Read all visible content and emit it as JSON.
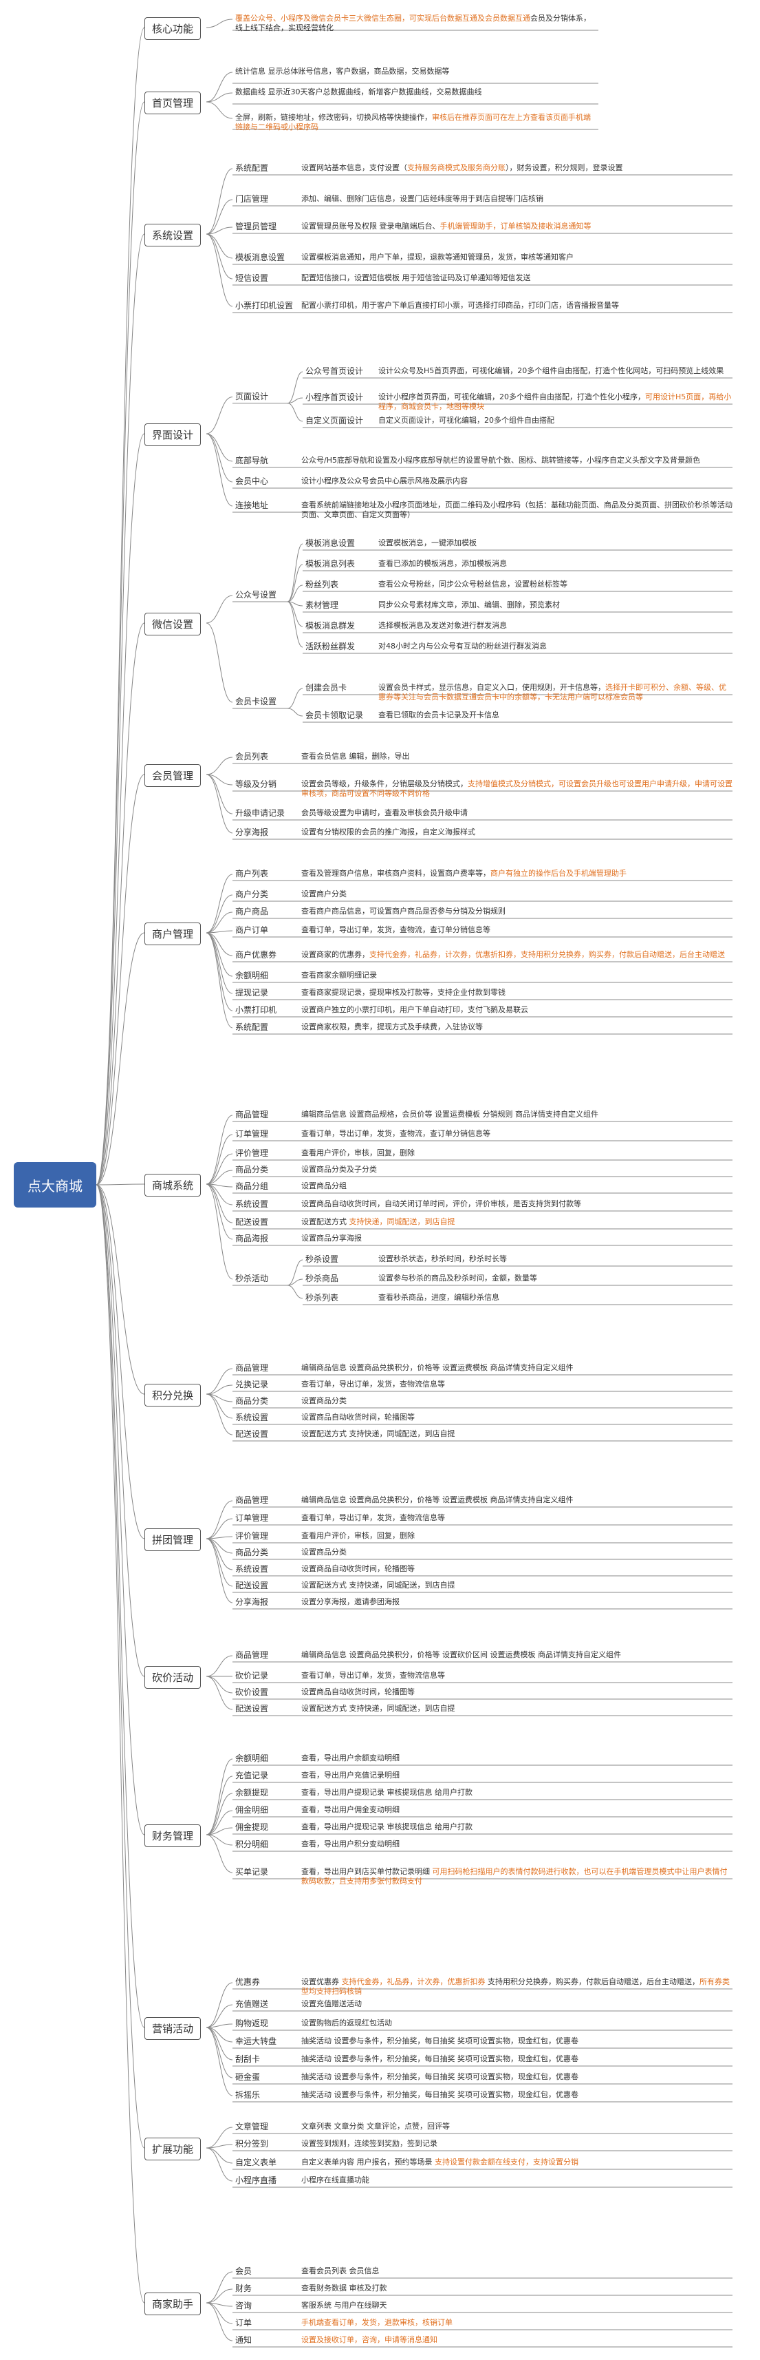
{
  "root": "点大商城",
  "colors": {
    "root": "#3b66ad",
    "highlight": "#e07020",
    "line": "#888888"
  },
  "categories": [
    {
      "label": "核心功能",
      "items": [
        {
          "desc": [
            {
              "t": "覆盖公众号、小程序及微信会员卡三大微信生态圈，可实现后台数据互通及会员数据互通",
              "hl": true
            },
            {
              "t": "会员及分销体系，线上线下结合，实现经营转化"
            }
          ]
        }
      ]
    },
    {
      "label": "首页管理",
      "items": [
        {
          "desc": [
            {
              "t": "统计信息 显示总体账号信息，客户数据，商品数据，交易数据等"
            }
          ]
        },
        {
          "desc": [
            {
              "t": "数据曲线 显示近30天客户总数据曲线，新增客户数据曲线，交易数据曲线"
            }
          ]
        },
        {
          "desc": [
            {
              "t": "全屏，刷新，链接地址，修改密码，切换风格等快捷操作，"
            },
            {
              "t": "审核后在推荐页面可在左上方查看该页面手机端链接与二维码或小程序码",
              "hl": true
            }
          ]
        }
      ]
    },
    {
      "label": "系统设置",
      "items": [
        {
          "label": "系统配置",
          "desc": [
            {
              "t": "设置网站基本信息，支付设置（"
            },
            {
              "t": "支持服务商模式及服务商分账",
              "hl": true
            },
            {
              "t": "），财务设置，积分规则，登录设置"
            }
          ]
        },
        {
          "label": "门店管理",
          "desc": [
            {
              "t": "添加、编辑、删除门店信息，设置门店经纬度等用于到店自提等门店核销"
            }
          ]
        },
        {
          "label": "管理员管理",
          "desc": [
            {
              "t": "设置管理员账号及权限 登录电脑端后台、"
            },
            {
              "t": "手机端管理助手，订单核销及接收消息通知等",
              "hl": true
            }
          ]
        },
        {
          "label": "模板消息设置",
          "desc": [
            {
              "t": "设置模板消息通知，用户下单，提现，退款等通知管理员，发货，审核等通知客户"
            }
          ]
        },
        {
          "label": "短信设置",
          "desc": [
            {
              "t": "配置短信接口，设置短信模板 用于短信验证码及订单通知等短信发送"
            }
          ]
        },
        {
          "label": "小票打印机设置",
          "desc": [
            {
              "t": "配置小票打印机，用于客户下单后直接打印小票，可选择打印商品，打印门店，语音播报音量等"
            }
          ]
        }
      ]
    },
    {
      "label": "界面设计",
      "items": [
        {
          "label": "页面设计",
          "children": [
            {
              "label": "公众号首页设计",
              "desc": [
                {
                  "t": "设计公众号及H5首页界面，可视化编辑，20多个组件自由搭配，打造个性化网站，可扫码预览上线效果"
                }
              ]
            },
            {
              "label": "小程序首页设计",
              "desc": [
                {
                  "t": "设计小程序首页界面，可视化编辑，20多个组件自由搭配，打造个性化小程序，"
                },
                {
                  "t": "可用设计H5页面，再给小程序，商城会员卡，地图等模块",
                  "hl": true
                }
              ]
            },
            {
              "label": "自定义页面设计",
              "desc": [
                {
                  "t": "自定义页面设计，可视化编辑，20多个组件自由搭配"
                }
              ]
            }
          ]
        },
        {
          "label": "底部导航",
          "desc": [
            {
              "t": "公众号/H5底部导航和设置及小程序底部导航栏的设置导航个数、图标、跳转链接等，小程序自定义头部文字及背景颜色"
            }
          ]
        },
        {
          "label": "会员中心",
          "desc": [
            {
              "t": "设计小程序及公众号会员中心展示风格及展示内容"
            }
          ]
        },
        {
          "label": "连接地址",
          "desc": [
            {
              "t": "查看系统前端链接地址及小程序页面地址，页面二维码及小程序码（包括：基础功能页面、商品及分类页面、拼团砍价秒杀等活动页面、文章页面、自定义页面等）"
            }
          ]
        }
      ]
    },
    {
      "label": "微信设置",
      "items": [
        {
          "label": "公众号设置",
          "children": [
            {
              "label": "模板消息设置",
              "desc": [
                {
                  "t": "设置模板消息，一键添加模板"
                }
              ]
            },
            {
              "label": "模板消息列表",
              "desc": [
                {
                  "t": "查看已添加的模板消息，添加模板消息"
                }
              ]
            },
            {
              "label": "粉丝列表",
              "desc": [
                {
                  "t": "查看公众号粉丝，同步公众号粉丝信息，设置粉丝标签等"
                }
              ]
            },
            {
              "label": "素材管理",
              "desc": [
                {
                  "t": "同步公众号素材库文章，添加、编辑、删除，预览素材"
                }
              ]
            },
            {
              "label": "模板消息群发",
              "desc": [
                {
                  "t": "选择模板消息及发送对象进行群发消息"
                }
              ]
            },
            {
              "label": "活跃粉丝群发",
              "desc": [
                {
                  "t": "对48小时之内与公众号有互动的粉丝进行群发消息"
                }
              ]
            }
          ]
        },
        {
          "label": "会员卡设置",
          "children": [
            {
              "label": "创建会员卡",
              "desc": [
                {
                  "t": "设置会员卡样式，显示信息，自定义入口，使用规则，开卡信息等，"
                },
                {
                  "t": "选择开卡即可积分、余额、等级、优惠券等关注与会员卡数据互通会员卡中的余额等，卡无法用户端可以标准会员等",
                  "hl": true
                }
              ]
            },
            {
              "label": "会员卡领取记录",
              "desc": [
                {
                  "t": "查看已领取的会员卡记录及开卡信息"
                }
              ]
            }
          ]
        }
      ]
    },
    {
      "label": "会员管理",
      "items": [
        {
          "label": "会员列表",
          "desc": [
            {
              "t": "查看会员信息 编辑，删除，导出"
            }
          ]
        },
        {
          "label": "等级及分销",
          "desc": [
            {
              "t": "设置会员等级，升级条件，分销层级及分销模式，"
            },
            {
              "t": "支持增值模式及分销模式，可设置会员升级也可设置用户申请升级，申请可设置审核项，商品可设置不同等级不同价格",
              "hl": true
            }
          ]
        },
        {
          "label": "升级申请记录",
          "desc": [
            {
              "t": "会员等级设置为申请时，查看及审核会员升级申请"
            }
          ]
        },
        {
          "label": "分享海报",
          "desc": [
            {
              "t": "设置有分销权限的会员的推广海报，自定义海报样式"
            }
          ]
        }
      ]
    },
    {
      "label": "商户管理",
      "items": [
        {
          "label": "商户列表",
          "desc": [
            {
              "t": "查看及管理商户信息，审核商户资料，设置商户费率等，"
            },
            {
              "t": "商户有独立的操作后台及手机端管理助手",
              "hl": true
            }
          ]
        },
        {
          "label": "商户分类",
          "desc": [
            {
              "t": "设置商户分类"
            }
          ]
        },
        {
          "label": "商户商品",
          "desc": [
            {
              "t": "查看商户商品信息，可设置商户商品是否参与分销及分销规则"
            }
          ]
        },
        {
          "label": "商户订单",
          "desc": [
            {
              "t": "查看订单，导出订单，发货，查物流，查订单分销信息等"
            }
          ]
        },
        {
          "label": "商户优惠券",
          "desc": [
            {
              "t": "设置商家的优惠券，"
            },
            {
              "t": "支持代金券，礼品券，计次券，优惠折扣券，支持用积分兑换券，购买券，付款后自动赠送，后台主动赠送",
              "hl": true
            }
          ]
        },
        {
          "label": "余额明细",
          "desc": [
            {
              "t": "查看商家余额明细记录"
            }
          ]
        },
        {
          "label": "提现记录",
          "desc": [
            {
              "t": "查看商家提现记录，提现审核及打款等，支持企业付款到零钱"
            }
          ]
        },
        {
          "label": "小票打印机",
          "desc": [
            {
              "t": "设置商户独立的小票打印机，用户下单自动打印，支付飞鹅及易联云"
            }
          ]
        },
        {
          "label": "系统配置",
          "desc": [
            {
              "t": "设置商家权限，费率，提现方式及手续费，入驻协议等"
            }
          ]
        }
      ]
    },
    {
      "label": "商城系统",
      "items": [
        {
          "label": "商品管理",
          "desc": [
            {
              "t": "编辑商品信息 设置商品规格，会员价等 设置运费模板 分销规则 商品详情支持自定义组件"
            }
          ]
        },
        {
          "label": "订单管理",
          "desc": [
            {
              "t": "查看订单，导出订单，发货，查物流，查订单分销信息等"
            }
          ]
        },
        {
          "label": "评价管理",
          "desc": [
            {
              "t": "查看用户评价，审核，回复，删除"
            }
          ]
        },
        {
          "label": "商品分类",
          "desc": [
            {
              "t": "设置商品分类及子分类"
            }
          ]
        },
        {
          "label": "商品分组",
          "desc": [
            {
              "t": "设置商品分组"
            }
          ]
        },
        {
          "label": "系统设置",
          "desc": [
            {
              "t": "设置商品自动收货时间，自动关闭订单时间，评价，评价审核，是否支持货到付款等"
            }
          ]
        },
        {
          "label": "配送设置",
          "desc": [
            {
              "t": "设置配送方式 "
            },
            {
              "t": "支持快递，同城配送，到店自提",
              "hl": true
            }
          ]
        },
        {
          "label": "商品海报",
          "desc": [
            {
              "t": "设置商品分享海报"
            }
          ]
        },
        {
          "label": "秒杀活动",
          "children": [
            {
              "label": "秒杀设置",
              "desc": [
                {
                  "t": "设置秒杀状态，秒杀时间，秒杀时长等"
                }
              ]
            },
            {
              "label": "秒杀商品",
              "desc": [
                {
                  "t": "设置参与秒杀的商品及秒杀时间，金额，数量等"
                }
              ]
            },
            {
              "label": "秒杀列表",
              "desc": [
                {
                  "t": "查看秒杀商品，进度，编辑秒杀信息"
                }
              ]
            }
          ]
        }
      ]
    },
    {
      "label": "积分兑换",
      "items": [
        {
          "label": "商品管理",
          "desc": [
            {
              "t": "编辑商品信息 设置商品兑换积分，价格等 设置运费模板 商品详情支持自定义组件"
            }
          ]
        },
        {
          "label": "兑换记录",
          "desc": [
            {
              "t": "查看订单，导出订单，发货，查物流信息等"
            }
          ]
        },
        {
          "label": "商品分类",
          "desc": [
            {
              "t": "设置商品分类"
            }
          ]
        },
        {
          "label": "系统设置",
          "desc": [
            {
              "t": "设置商品自动收货时间，轮播图等"
            }
          ]
        },
        {
          "label": "配送设置",
          "desc": [
            {
              "t": "设置配送方式 支持快递，同城配送，到店自提"
            }
          ]
        }
      ]
    },
    {
      "label": "拼团管理",
      "items": [
        {
          "label": "商品管理",
          "desc": [
            {
              "t": "编辑商品信息 设置商品兑换积分，价格等 设置运费模板 商品详情支持自定义组件"
            }
          ]
        },
        {
          "label": "订单管理",
          "desc": [
            {
              "t": "查看订单，导出订单，发货，查物流信息等"
            }
          ]
        },
        {
          "label": "评价管理",
          "desc": [
            {
              "t": "查看用户评价，审核，回复，删除"
            }
          ]
        },
        {
          "label": "商品分类",
          "desc": [
            {
              "t": "设置商品分类"
            }
          ]
        },
        {
          "label": "系统设置",
          "desc": [
            {
              "t": "设置商品自动收货时间，轮播图等"
            }
          ]
        },
        {
          "label": "配送设置",
          "desc": [
            {
              "t": "设置配送方式 支持快递，同城配送，到店自提"
            }
          ]
        },
        {
          "label": "分享海报",
          "desc": [
            {
              "t": "设置分享海报，邀请参团海报"
            }
          ]
        }
      ]
    },
    {
      "label": "砍价活动",
      "items": [
        {
          "label": "商品管理",
          "desc": [
            {
              "t": "编辑商品信息 设置商品兑换积分，价格等 设置砍价区间 设置运费模板 商品详情支持自定义组件"
            }
          ]
        },
        {
          "label": "砍价记录",
          "desc": [
            {
              "t": "查看订单，导出订单，发货，查物流信息等"
            }
          ]
        },
        {
          "label": "砍价设置",
          "desc": [
            {
              "t": "设置商品自动收货时间，轮播图等"
            }
          ]
        },
        {
          "label": "配送设置",
          "desc": [
            {
              "t": "设置配送方式 支持快递，同城配送，到店自提"
            }
          ]
        }
      ]
    },
    {
      "label": "财务管理",
      "items": [
        {
          "label": "余额明细",
          "desc": [
            {
              "t": "查看，导出用户余额变动明细"
            }
          ]
        },
        {
          "label": "充值记录",
          "desc": [
            {
              "t": "查看，导出用户充值记录明细"
            }
          ]
        },
        {
          "label": "余额提现",
          "desc": [
            {
              "t": "查看，导出用户提现记录 审核提现信息 给用户打款"
            }
          ]
        },
        {
          "label": "佣金明细",
          "desc": [
            {
              "t": "查看，导出用户佣金变动明细"
            }
          ]
        },
        {
          "label": "佣金提现",
          "desc": [
            {
              "t": "查看，导出用户提现记录 审核提现信息 给用户打款"
            }
          ]
        },
        {
          "label": "积分明细",
          "desc": [
            {
              "t": "查看，导出用户积分变动明细"
            }
          ]
        },
        {
          "label": "买单记录",
          "desc": [
            {
              "t": "查看，导出用户到店买单付款记录明细 "
            },
            {
              "t": "可用扫码枪扫描用户的表情付款码进行收款，也可以在手机端管理员模式中让用户表情付款码收款，且支持用多张付款码支付",
              "hl": true
            }
          ]
        }
      ]
    },
    {
      "label": "营销活动",
      "items": [
        {
          "label": "优惠券",
          "desc": [
            {
              "t": "设置优惠券 "
            },
            {
              "t": "支持代金券，礼品券，计次券，优惠折扣券",
              "hl": true
            },
            {
              "t": " 支持用积分兑换券，购买券，付款后自动赠送，后台主动赠送，"
            },
            {
              "t": "所有券类型均支持扫码核销",
              "hl": true
            }
          ]
        },
        {
          "label": "充值赠送",
          "desc": [
            {
              "t": "设置充值赠送活动"
            }
          ]
        },
        {
          "label": "购物返现",
          "desc": [
            {
              "t": "设置购物后的返现红包活动"
            }
          ]
        },
        {
          "label": "幸运大转盘",
          "desc": [
            {
              "t": "抽奖活动 设置参与条件，积分抽奖，每日抽奖 奖项可设置实物，现金红包，优惠卷"
            }
          ]
        },
        {
          "label": "刮刮卡",
          "desc": [
            {
              "t": "抽奖活动 设置参与条件，积分抽奖，每日抽奖 奖项可设置实物，现金红包，优惠卷"
            }
          ]
        },
        {
          "label": "砸金蛋",
          "desc": [
            {
              "t": "抽奖活动 设置参与条件，积分抽奖，每日抽奖 奖项可设置实物，现金红包，优惠卷"
            }
          ]
        },
        {
          "label": "拆摇乐",
          "desc": [
            {
              "t": "抽奖活动 设置参与条件，积分抽奖，每日抽奖 奖项可设置实物，现金红包，优惠卷"
            }
          ]
        }
      ]
    },
    {
      "label": "扩展功能",
      "items": [
        {
          "label": "文章管理",
          "desc": [
            {
              "t": "文章列表 文章分类 文章评论，点赞，回评等"
            }
          ]
        },
        {
          "label": "积分签到",
          "desc": [
            {
              "t": "设置签到规则，连续签到奖励，签到记录"
            }
          ]
        },
        {
          "label": "自定义表单",
          "desc": [
            {
              "t": "自定义表单内容 用户报名，预约等场景 "
            },
            {
              "t": "支持设置付款金额在线支付，支持设置分销",
              "hl": true
            }
          ]
        },
        {
          "label": "小程序直播",
          "desc": [
            {
              "t": "小程序在线直播功能"
            }
          ]
        }
      ]
    },
    {
      "label": "商家助手",
      "items": [
        {
          "label": "会员",
          "desc": [
            {
              "t": "查看会员列表 会员信息"
            }
          ]
        },
        {
          "label": "财务",
          "desc": [
            {
              "t": "查看财务数据 审核及打款"
            }
          ]
        },
        {
          "label": "咨询",
          "desc": [
            {
              "t": "客服系统 与用户在线聊天"
            }
          ]
        },
        {
          "label": "订单",
          "desc": [
            {
              "t": "手机端查看订单，发货，退款审核，核销订单",
              "hl": true
            }
          ]
        },
        {
          "label": "通知",
          "desc": [
            {
              "t": "设置及接收订单，咨询，申请等消息通知",
              "hl": true
            }
          ]
        }
      ]
    }
  ]
}
